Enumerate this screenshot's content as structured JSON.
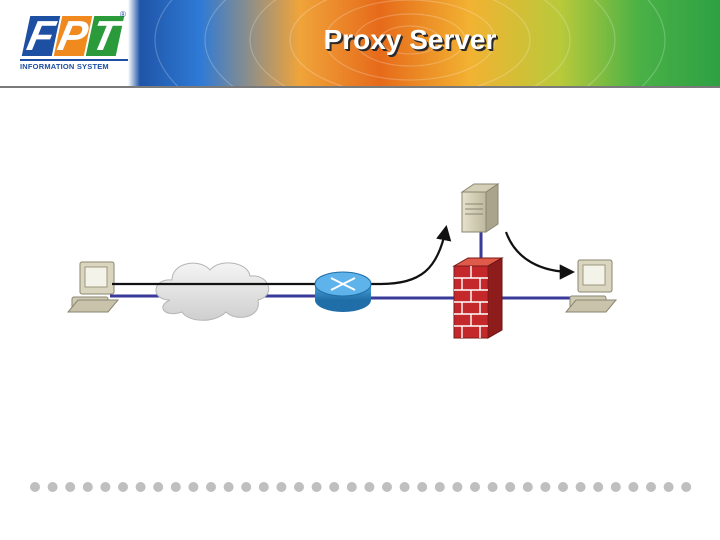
{
  "header": {
    "title": "Proxy Server"
  },
  "logo": {
    "letters": [
      "F",
      "P",
      "T"
    ],
    "registered": "®",
    "subtitle": "INFORMATION SYSTEM"
  },
  "diagram": {
    "nodes": [
      {
        "id": "client-computer",
        "icon": "desktop-computer-icon"
      },
      {
        "id": "internet-cloud",
        "icon": "cloud-icon"
      },
      {
        "id": "router",
        "icon": "router-icon"
      },
      {
        "id": "proxy-server",
        "icon": "server-tower-icon"
      },
      {
        "id": "firewall",
        "icon": "brick-firewall-icon"
      },
      {
        "id": "internal-computer",
        "icon": "desktop-computer-icon"
      }
    ],
    "links": [
      {
        "from": "client-computer",
        "to": "router",
        "style": "network-line"
      },
      {
        "from": "router",
        "to": "internal-computer",
        "style": "network-line"
      },
      {
        "from": "proxy-server",
        "to": "firewall",
        "style": "network-line"
      }
    ],
    "flows": [
      {
        "from": "client-computer",
        "to": "proxy-server",
        "style": "black-arrow"
      },
      {
        "from": "proxy-server",
        "to": "internal-computer",
        "style": "black-arrow"
      }
    ],
    "colors": {
      "network_line": "#3a3a9a",
      "flow_arrow": "#111111",
      "router": "#2f86c9",
      "firewall": "#c4282a",
      "computer": "#d9d5bf"
    }
  },
  "footer": {
    "dot_count": 38,
    "dot_color": "#bfbfbf"
  }
}
